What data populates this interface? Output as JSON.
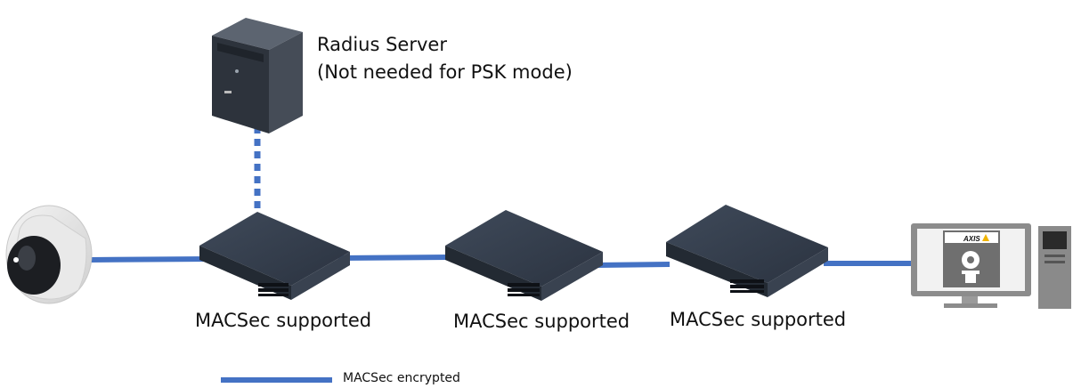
{
  "server": {
    "title": "Radius Server",
    "note": "(Not needed for PSK mode)"
  },
  "switches": [
    {
      "label": "MACSec supported"
    },
    {
      "label": "MACSec supported"
    },
    {
      "label": "MACSec supported"
    }
  ],
  "client": {
    "brand": "AXIS"
  },
  "legend": {
    "label": "MACSec encrypted",
    "color": "#4472c4"
  },
  "icons": [
    "dome-camera-icon",
    "server-tower-icon",
    "network-switch-icon",
    "monitor-icon",
    "pc-tower-icon"
  ]
}
